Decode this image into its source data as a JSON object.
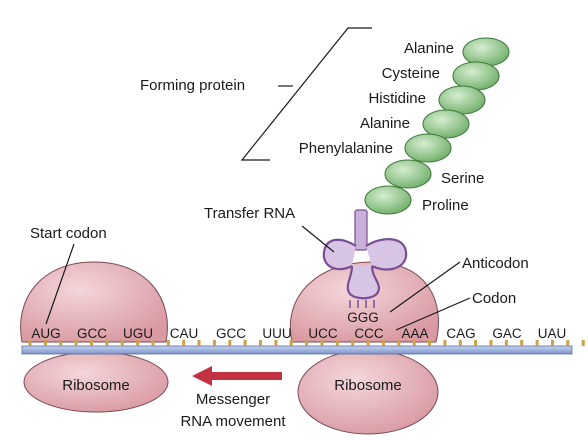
{
  "labels": {
    "forming_protein": "Forming protein",
    "transfer_rna": "Transfer RNA",
    "start_codon": "Start codon",
    "anticodon_label": "Anticodon",
    "codon_label": "Codon",
    "anticodon_seq": "GGG",
    "ribosome_left": "Ribosome",
    "ribosome_right": "Ribosome",
    "mrna_movement_line1": "Messenger",
    "mrna_movement_line2": "RNA movement"
  },
  "amino_acids": [
    "Alanine",
    "Cysteine",
    "Histidine",
    "Alanine",
    "Phenylalanine",
    "Serine",
    "Proline"
  ],
  "codons": [
    "AUG",
    "GCC",
    "UGU",
    "CAU",
    "GCC",
    "UUU",
    "UCC",
    "CCC",
    "AAA",
    "CAG",
    "GAC",
    "UAU"
  ],
  "colors": {
    "ribosome": "#e6b7bd",
    "trna": "#9b72b3",
    "protein_bead": "#9ccc94",
    "mrna_strand": "#8fa6d6",
    "arrow": "#c23142",
    "nucleotide_tick": "#c9a24a"
  }
}
